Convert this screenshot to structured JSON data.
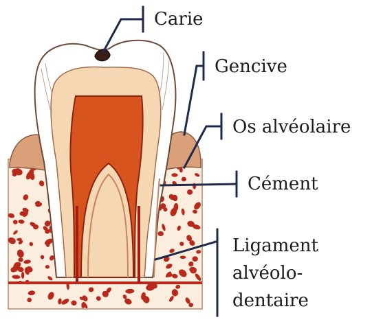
{
  "labels": {
    "carie": "Carie",
    "gencive": "Gencive",
    "os": "Os alvéolaire",
    "cement": "Cément",
    "ligament_line1": "Ligament",
    "ligament_line2": "alvéolo-",
    "ligament_line3": "dentaire"
  },
  "colors": {
    "enamel": "#ffffff",
    "dentin": "#f6d7b3",
    "pulp": "#d8541e",
    "pulp_edge": "#8a2410",
    "gum": "#d9a07a",
    "bone_bg": "#fbeede",
    "bone_spot": "#b8291c",
    "leader": "#1e2a4a",
    "outline": "#6b4a3a"
  }
}
